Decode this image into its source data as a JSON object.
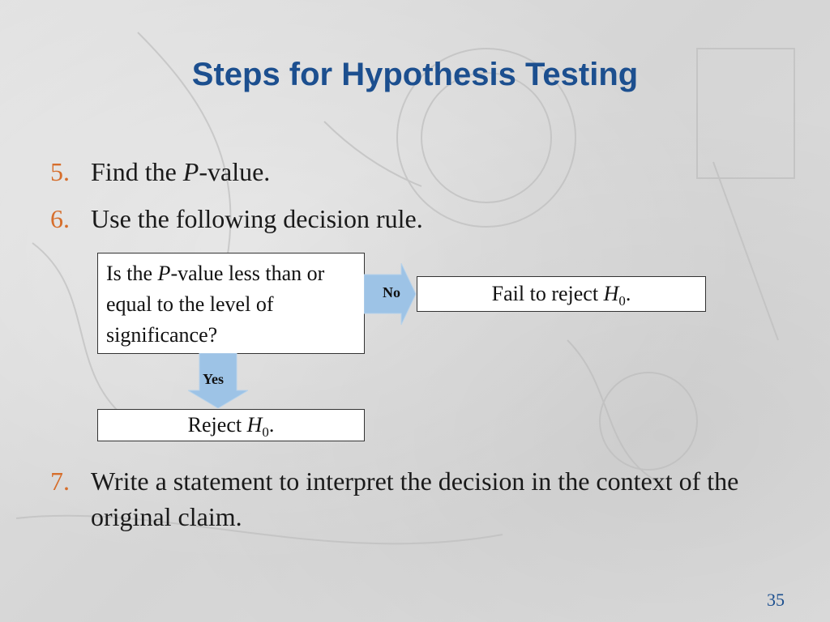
{
  "slide": {
    "title": "Steps for Hypothesis Testing",
    "page_number": "35"
  },
  "steps": [
    {
      "number": "5.",
      "text_before": "Find the ",
      "italic": "P",
      "text_after": "-value."
    },
    {
      "number": "6.",
      "text": "Use the following decision rule."
    },
    {
      "number": "7.",
      "text": "Write a statement to interpret the decision in the context of the original claim."
    }
  ],
  "flowchart": {
    "question": {
      "text_before": "Is the ",
      "italic": "P",
      "text_after": "-value less than or equal to the level of significance?"
    },
    "no_label": "No",
    "yes_label": "Yes",
    "fail_box": {
      "text_before": "Fail to reject ",
      "italic": "H",
      "subscript": "0",
      "text_after": "."
    },
    "reject_box": {
      "text_before": "Reject ",
      "italic": "H",
      "subscript": "0",
      "text_after": "."
    }
  },
  "colors": {
    "title": "#1c4f8f",
    "step_number": "#d66e2c",
    "arrow_fill": "#9dc3e6"
  }
}
